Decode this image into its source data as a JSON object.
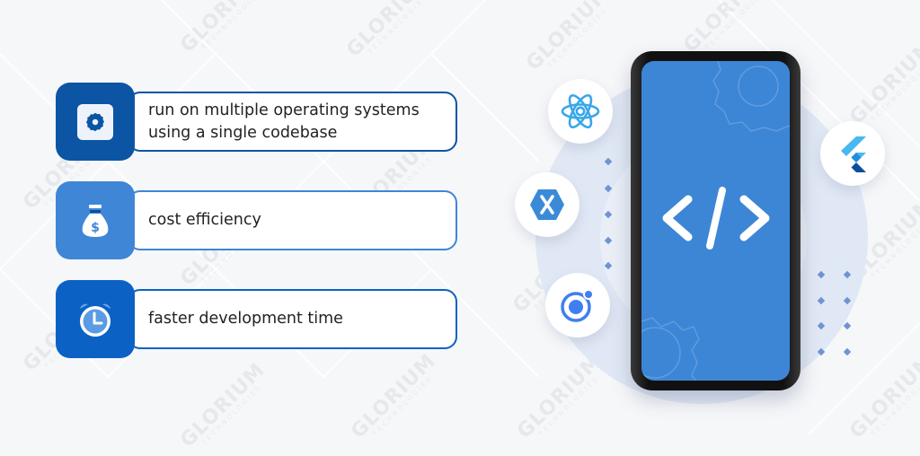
{
  "features": [
    {
      "label": "run on multiple operating systems using a single codebase",
      "line1": "run on multiple operating systems",
      "line2": "using a single codebase",
      "icon": "gear-icon",
      "tile_color": "#0b55a4",
      "border_color": "#0b55a4"
    },
    {
      "label": "cost efficiency",
      "icon": "money-bag-icon",
      "tile_color": "#3f86d6",
      "border_color": "#3f86d6"
    },
    {
      "label": "faster development time",
      "icon": "alarm-clock-icon",
      "tile_color": "#0b62c4",
      "border_color": "#0b62c4"
    }
  ],
  "phone": {
    "screen_glyph": "</>",
    "screen_color": "#3d86d6"
  },
  "frameworks": [
    {
      "name": "React Native",
      "icon": "react-icon",
      "color": "#38a7e8"
    },
    {
      "name": "Xamarin",
      "icon": "xamarin-icon",
      "color": "#3b8ad8"
    },
    {
      "name": "Ionic",
      "icon": "ionic-icon",
      "color": "#3f7ff0"
    },
    {
      "name": "Flutter",
      "icon": "flutter-icon",
      "color": "#47b8f0"
    }
  ],
  "watermark": {
    "brand": "GLORIUM",
    "sub": "TECHNOLOGIES"
  }
}
